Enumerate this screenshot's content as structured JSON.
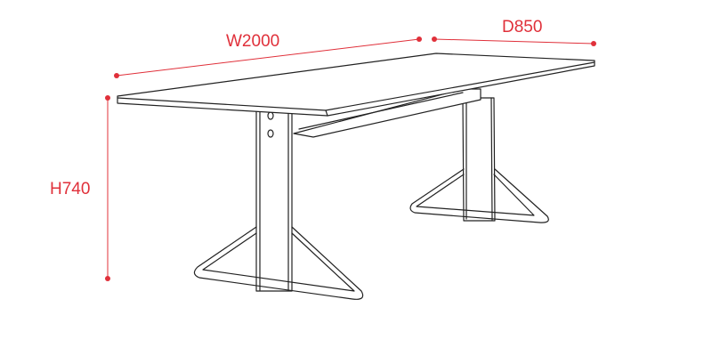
{
  "dimensions": {
    "width_label": "W2000",
    "depth_label": "D850",
    "height_label": "H740"
  },
  "colors": {
    "dimension": "#e0303a",
    "outline": "#222222",
    "background": "#ffffff"
  }
}
